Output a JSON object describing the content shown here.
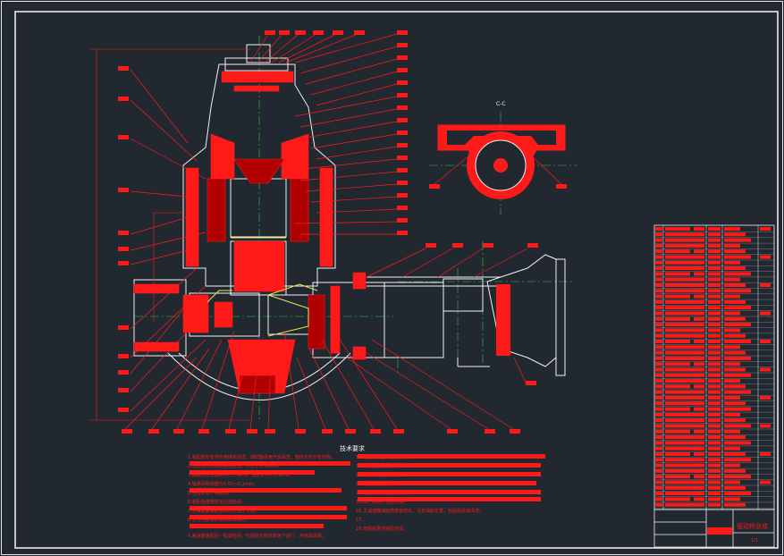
{
  "drawing": {
    "title_cn": "技术要求",
    "section_label": "C-C",
    "title_block_name": "驱动桥总成",
    "sheet_no": "1/1"
  },
  "notes": {
    "left": [
      "1.装配前所有零件用煤油清洗，滚动轴承用汽油清洗，箱体内不许有杂物。",
      "2.齿轮啮合侧隙用铅丝检验，不小于0.16mm。",
      "3.接触斑点沿齿高不小于40%，沿齿长不小于50%。",
      "4.轴承间隙调整为0.05～0.1mm。",
      "5.各密封处不得漏油。",
      "6.装配后按规定加注齿轮油。",
      "7.主减速器装配后转动灵活无卡滞。",
      "8.未注明要求按相关标准执行。",
      "9.差速器装配后一般需检验，检验应在规定转速下进行，并用油润滑。"
    ],
    "right": [
      "10.检查各紧固件连接可靠。",
      "11.外表面涂防锈漆。",
      "12.运转试验无异常噪声。",
      "13.结合面涂密封胶。",
      "14.螺栓按规定扭矩拧紧。",
      "15.出厂前进行性能检测。",
      "16.主减速器油面高度按规定，注意油标位置，检验后放油清洗。",
      "17.",
      "18.按图纸要求装配完成。"
    ]
  },
  "colors": {
    "background": "#212830",
    "red": "#ff1a1a",
    "white": "#f2f2f2",
    "green": "#35c24a",
    "yellow": "#e8e84a"
  }
}
